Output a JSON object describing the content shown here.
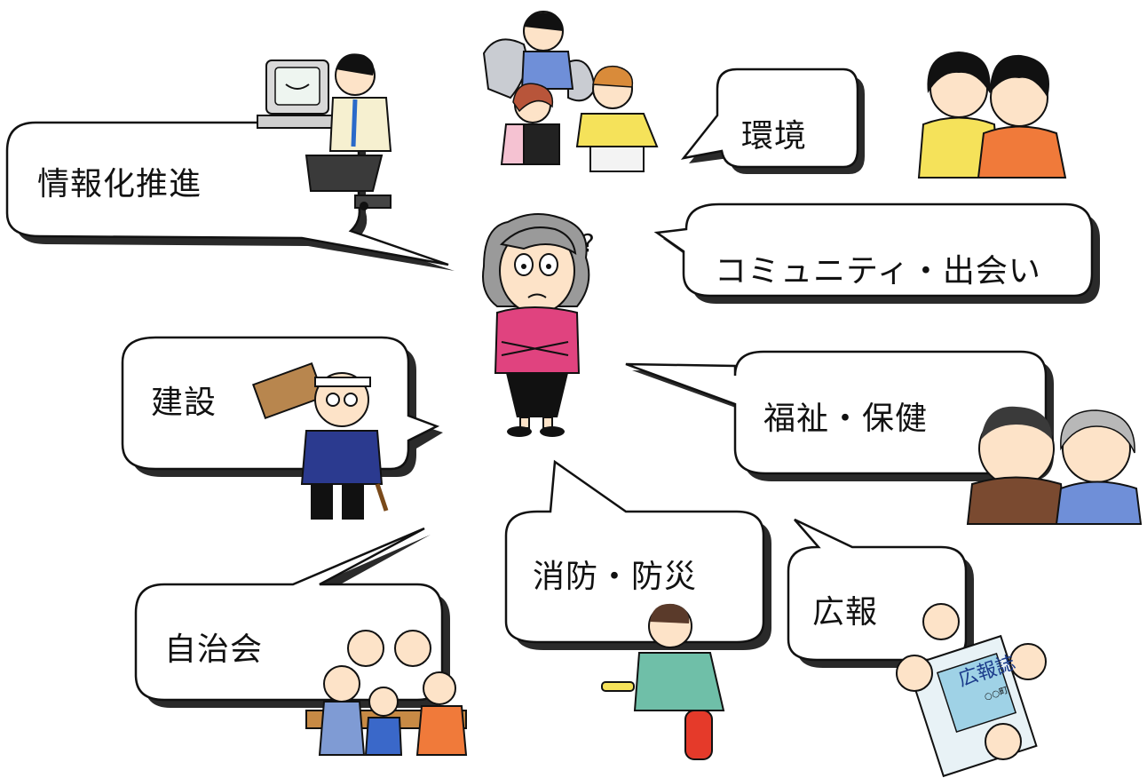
{
  "topics": {
    "joho": "情報化推進",
    "kankyo": "環境",
    "community": "コミュニティ・出会い",
    "kensetsu": "建設",
    "fukushi": "福祉・保健",
    "jichikai": "自治会",
    "shobo": "消防・防災",
    "koho": "広報"
  },
  "illustration_text": {
    "magazine_title": "広報誌",
    "magazine_sub": "○○町"
  },
  "colors": {
    "bubble_fill": "#ffffff",
    "bubble_shadow": "#2a2a2a",
    "pink_top": "#e0437f",
    "hair_gray": "#9a9a9a",
    "blue_shirt": "#6f8fd8",
    "yellow_shirt": "#f5e25a",
    "orange_shirt": "#f07a3a",
    "green_shirt": "#6fbfa8"
  }
}
